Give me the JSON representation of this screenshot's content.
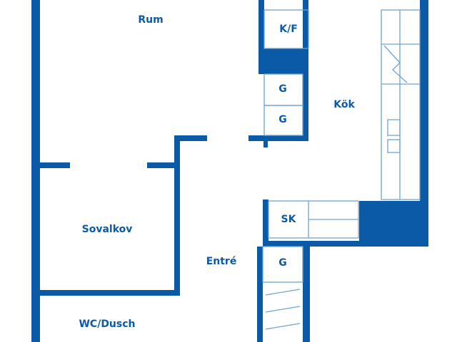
{
  "colors": {
    "wall": "#0b5aa8",
    "line": "#6fa3d4",
    "background": "#ffffff"
  },
  "rooms": {
    "rum": "Rum",
    "sovalkov": "Sovalkov",
    "entre": "Entré",
    "wc": "WC/Dusch",
    "kok": "Kök"
  },
  "closets": {
    "kf": "K/F",
    "g1": "G",
    "g2": "G",
    "sk": "SK",
    "g3": "G"
  }
}
